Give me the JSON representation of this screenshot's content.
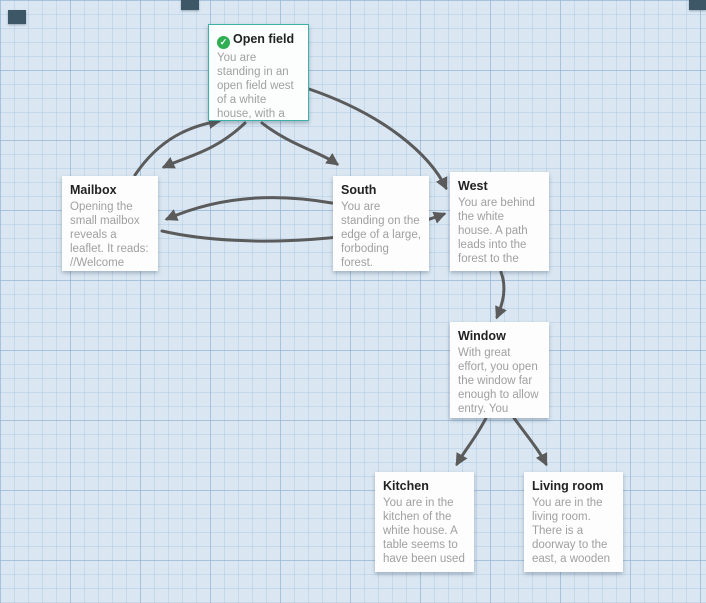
{
  "canvas": {
    "background_color": "#dae7f3",
    "grid_minor_color": "#cfe0ef",
    "grid_major_color": "#bcd3e8",
    "arrow_color": "#5b5b5b",
    "selected_border_color": "#3fb0a8",
    "start_icon_color": "#2fae53"
  },
  "nodes": [
    {
      "id": "open-field",
      "title": "Open field",
      "icon": "check-icon",
      "selected": true,
      "body": "You are standing in an open field west of a white house, with a"
    },
    {
      "id": "mailbox",
      "title": "Mailbox",
      "body": "Opening the small mailbox reveals a leaflet. It reads: //Welcome"
    },
    {
      "id": "south",
      "title": "South",
      "body": "You are standing on the edge of a large, forboding forest."
    },
    {
      "id": "west",
      "title": "West",
      "body": "You are behind the white house. A path leads into the forest to the"
    },
    {
      "id": "window",
      "title": "Window",
      "body": "With great effort, you open the window far enough to allow entry. You"
    },
    {
      "id": "kitchen",
      "title": "Kitchen",
      "body": "You are in the kitchen of the white house. A table seems to have been used"
    },
    {
      "id": "living-room",
      "title": "Living room",
      "body": "You are in the living room. There is a doorway to the east, a wooden"
    }
  ],
  "edges": [
    {
      "from": "Open field",
      "to": "Mailbox"
    },
    {
      "from": "Mailbox",
      "to": "Open field"
    },
    {
      "from": "Open field",
      "to": "South"
    },
    {
      "from": "Open field",
      "to": "West"
    },
    {
      "from": "South",
      "to": "Mailbox"
    },
    {
      "from": "Mailbox",
      "to": "West"
    },
    {
      "from": "West",
      "to": "Window"
    },
    {
      "from": "Window",
      "to": "Kitchen"
    },
    {
      "from": "Window",
      "to": "Living room"
    }
  ]
}
